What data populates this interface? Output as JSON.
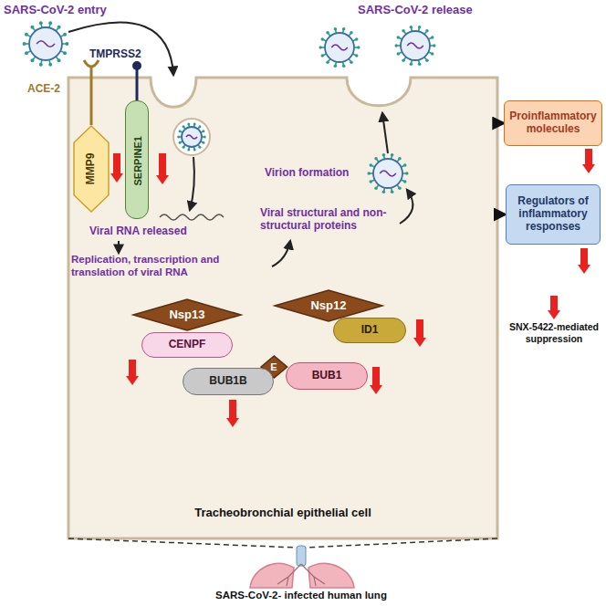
{
  "diagram": {
    "nodes": [
      {
        "text": [
          "Tracheobronchial epithelial cell"
        ]
      },
      {
        "text": [
          "MMP9"
        ],
        "in": 0
      },
      {
        "text": [
          "SERPINE1"
        ],
        "in": 0
      },
      {
        "text": [
          "Nsp13"
        ],
        "in": 0
      },
      {
        "text": [
          "CENPF"
        ],
        "in": 0
      },
      {
        "text": [
          "Nsp12"
        ],
        "in": 0
      },
      {
        "text": [
          "ID1"
        ],
        "in": 0
      },
      {
        "text": [
          "E"
        ],
        "in": 0
      },
      {
        "text": [
          "BUB1B"
        ],
        "in": 0
      },
      {
        "text": [
          "BUB1"
        ],
        "in": 0
      },
      {
        "text": [
          "Proinflammatory molecules"
        ]
      },
      {
        "text": [
          "Regulators of inflammatory responses"
        ]
      }
    ],
    "edges": [
      {
        "from": 0,
        "to": 10,
        "arrow": "to"
      },
      {
        "from": 0,
        "to": 11,
        "arrow": "to"
      }
    ],
    "labels": [
      "SARS-CoV-2 entry",
      "ACE-2",
      "TMPRSS2",
      "Viral RNA released",
      "Replication, transcription and translation of viral RNA",
      "Viral structural and non-structural proteins",
      "Virion formation",
      "SARS-CoV-2 release",
      "SARS-CoV-2- infected human lung"
    ],
    "legend": [
      {
        "text": "SNX-5422-mediated suppression"
      }
    ]
  }
}
